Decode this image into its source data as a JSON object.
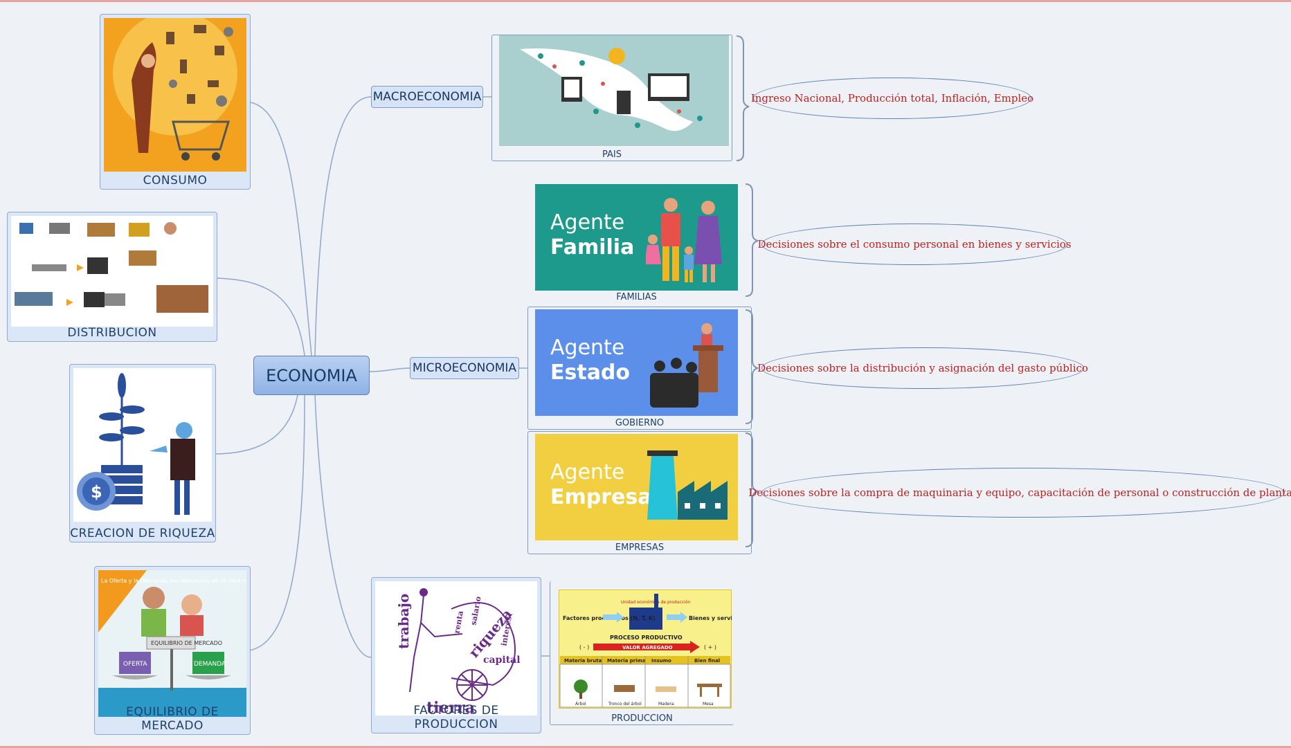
{
  "central": {
    "label": "ECONOMIA"
  },
  "left_cards": [
    {
      "caption": "CONSUMO"
    },
    {
      "caption": "DISTRIBUCION"
    },
    {
      "caption": "CREACION DE RIQUEZA"
    },
    {
      "caption": "EQUILIBRIO DE MERCADO"
    }
  ],
  "macro": {
    "label": "MACROECONOMIA",
    "panel_caption": "PAIS",
    "note": "Ingreso Nacional, Producción total, Inflación, Empleo"
  },
  "micro": {
    "label": "MICROECONOMIA",
    "agents": [
      {
        "word1": "Agente",
        "word2": "Familia",
        "caption": "FAMILIAS",
        "color": "#1e9a8c",
        "note": "Decisiones sobre el consumo personal en bienes y servicios"
      },
      {
        "word1": "Agente",
        "word2": "Estado",
        "caption": "GOBIERNO",
        "color": "#5b8fea",
        "note": "Decisiones sobre la distribución y asignación del gasto público"
      },
      {
        "word1": "Agente",
        "word2": "Empresa",
        "caption": "EMPRESAS",
        "color": "#f1cf40",
        "note": "Decisiones sobre la compra de maquinaria y equipo, capacitación de personal o construcción de plantas"
      }
    ]
  },
  "factores": {
    "caption": "FACTORES DE PRODUCCION",
    "words": {
      "trabajo": "trabajo",
      "renta": "renta",
      "salario": "salario",
      "riqueza": "riqueza",
      "interes": "interés",
      "capital": "capital",
      "tierra": "tierra"
    }
  },
  "produccion": {
    "caption": "PRODUCCION",
    "unidad": "Unidad económica de producción",
    "factores": "Factores productivos (N, T, K)",
    "bienes": "Bienes y servicios",
    "proceso": "PROCESO PRODUCTIVO",
    "valor": "VALOR AGREGADO",
    "minus": "( - )",
    "plus": "( + )",
    "headers": [
      "Materia bruta",
      "Materia prima",
      "Insumo",
      "Bien final"
    ],
    "items": [
      "Árbol",
      "Tronco del árbol",
      "Madera",
      "Mesa"
    ]
  },
  "market_words": {
    "oferta": "OFERTA",
    "demanda": "DEMANDA",
    "equilibrio": "EQUILIBRIO DE MERCADO",
    "banner": "La Oferta y la Demanda son elementos de un libre mercado"
  },
  "colors": {
    "accent": "#1f3f6e",
    "note_text": "#c0201f",
    "link": "#8ea7cb"
  }
}
